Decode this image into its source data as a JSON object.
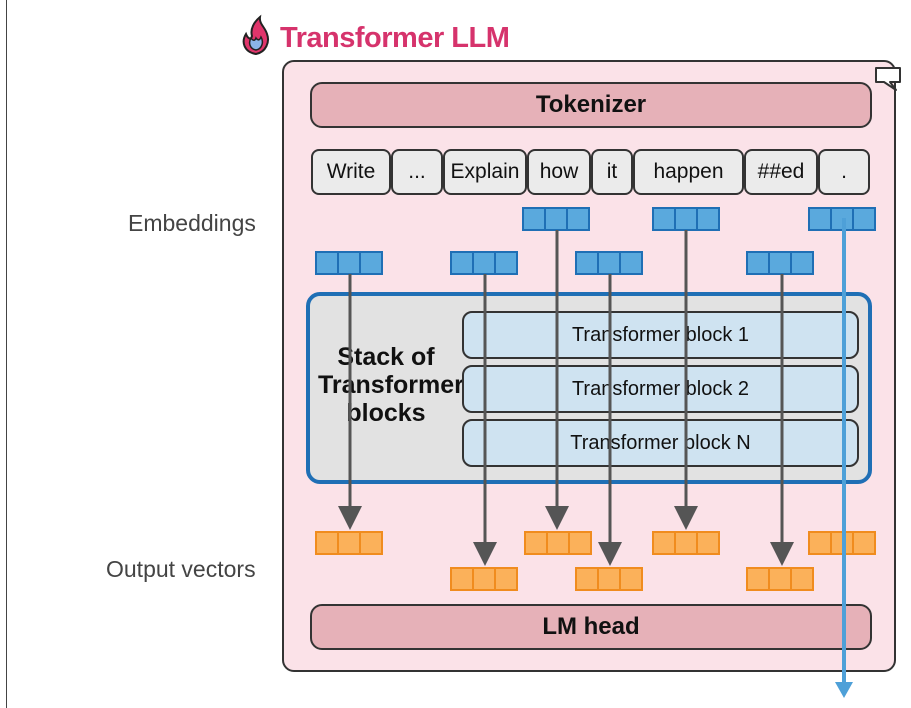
{
  "title": "Transformer LLM",
  "tokenizer_label": "Tokenizer",
  "tokens": [
    "Write",
    "...",
    "Explain",
    "how",
    "it",
    "happen",
    "##ed",
    "."
  ],
  "embeddings_label": "Embeddings",
  "stack_label": "Stack of Transformer blocks",
  "blocks": [
    "Transformer block 1",
    "Transformer block 2",
    "Transformer block N"
  ],
  "output_label": "Output vectors",
  "lm_head_label": "LM head",
  "colors": {
    "title": "#d6336c",
    "outer_fill": "#fbe2e8",
    "bar_fill": "#e6b1b8",
    "token_fill": "#ebebeb",
    "embedding_fill": "#5aa9dd",
    "embedding_stroke": "#1f6fb5",
    "output_fill": "#fbb15a",
    "output_stroke": "#f08c1e",
    "stack_border": "#1f6fb5",
    "block_fill": "#cfe3f1",
    "arrow": "#555555",
    "long_arrow": "#4ea0d8"
  }
}
